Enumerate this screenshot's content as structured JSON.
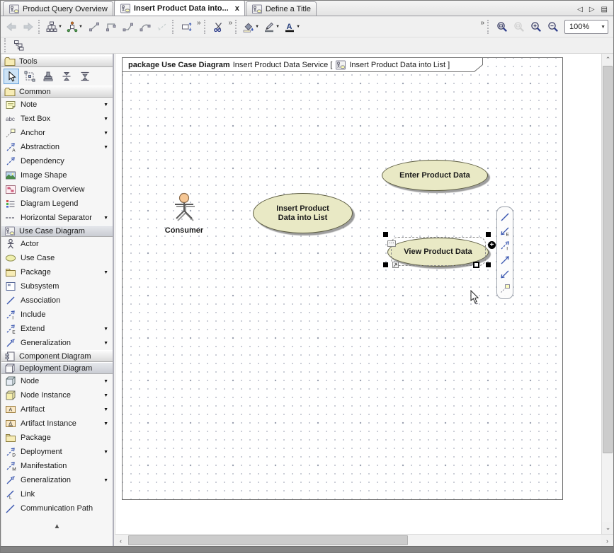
{
  "tab_bar": {
    "tabs": [
      {
        "label": "Product Query Overview",
        "active": false,
        "closable": false
      },
      {
        "label": "Insert Product Data into...",
        "active": true,
        "closable": true
      },
      {
        "label": "Define a Title",
        "active": false,
        "closable": false
      }
    ],
    "close_glyph": "x",
    "controls": [
      {
        "name": "prev-tab-button",
        "glyph": "◁"
      },
      {
        "name": "next-tab-button",
        "glyph": "▷"
      },
      {
        "name": "tab-list-button",
        "glyph": "▤"
      }
    ]
  },
  "toolbar": {
    "zoom_level": "100%",
    "left_buttons": [
      {
        "name": "back-button",
        "icon": "nav-back-icon",
        "disabled": true
      },
      {
        "name": "forward-button",
        "icon": "nav-forward-icon",
        "disabled": true
      },
      {
        "sep": true
      },
      {
        "name": "show-containment-button",
        "icon": "tree-icon",
        "caret": true
      },
      {
        "name": "related-elements-button",
        "icon": "related-icon",
        "caret": true
      },
      {
        "name": "oblique-path-button",
        "icon": "line-oblique-icon"
      },
      {
        "name": "rectilinear-path-button",
        "icon": "line-rect-icon"
      },
      {
        "name": "bent-path-button",
        "icon": "line-bent-icon"
      },
      {
        "name": "curved-path-button",
        "icon": "line-curve-icon"
      },
      {
        "name": "dashed-path-button",
        "icon": "line-dashed-icon",
        "disabled": true
      },
      {
        "sep": true
      },
      {
        "name": "reset-edges-button",
        "icon": "reset-edges-icon"
      },
      {
        "name": "more-layout-button",
        "icon": "chevron-overflow-icon",
        "overflow": true
      },
      {
        "sep": true
      },
      {
        "name": "cut-button",
        "icon": "scissors-icon"
      },
      {
        "name": "more-edit-button",
        "icon": "chevron-overflow-icon",
        "overflow": true
      },
      {
        "sep": true
      },
      {
        "name": "fill-color-button",
        "icon": "fill-bucket-icon",
        "caret": true
      },
      {
        "name": "line-color-button",
        "icon": "pen-icon",
        "caret": true
      },
      {
        "name": "font-color-button",
        "icon": "font-color-icon",
        "caret": true
      }
    ],
    "right_buttons": [
      {
        "name": "toolbar-overflow-button",
        "icon": "chevron-overflow-icon",
        "overflow": true
      },
      {
        "sep": true
      },
      {
        "name": "fit-in-window-button",
        "icon": "fit-zoom-icon"
      },
      {
        "name": "zoom-region-button",
        "icon": "region-zoom-icon",
        "disabled": true
      },
      {
        "name": "zoom-in-button",
        "icon": "zoom-in-icon"
      },
      {
        "name": "zoom-out-button",
        "icon": "zoom-out-icon"
      },
      {
        "zoom_select": true
      }
    ],
    "row2_buttons": [
      {
        "sep": true
      },
      {
        "name": "containment-tree-button",
        "icon": "hierarchy2-icon"
      }
    ]
  },
  "sidebar": {
    "sections": [
      {
        "type": "header",
        "label": "Tools",
        "icon": "folder-icon",
        "selected": false
      },
      {
        "type": "toolrow",
        "tools": [
          {
            "name": "select-tool",
            "icon": "select-tool-icon",
            "active": true
          },
          {
            "name": "marquee-select-tool",
            "icon": "marquee-tool-icon"
          },
          {
            "name": "sticky-tool",
            "icon": "stamp-tool-icon"
          },
          {
            "name": "vertical-tree-layout-tool",
            "icon": "vsplit-tool-icon"
          },
          {
            "name": "horizontal-tree-layout-tool",
            "icon": "hsplit-tool-icon"
          }
        ]
      },
      {
        "type": "header",
        "label": "Common",
        "icon": "folder-icon",
        "selected": false
      },
      {
        "type": "item",
        "label": "Note",
        "icon": "note-icon",
        "dropdown": true
      },
      {
        "type": "item",
        "label": "Text Box",
        "icon": "textbox-icon",
        "dropdown": true
      },
      {
        "type": "item",
        "label": "Anchor",
        "icon": "anchor-icon",
        "dropdown": true
      },
      {
        "type": "item",
        "label": "Abstraction",
        "icon": "abstraction-icon",
        "dropdown": true
      },
      {
        "type": "item",
        "label": "Dependency",
        "icon": "dependency-icon",
        "dropdown": false
      },
      {
        "type": "item",
        "label": "Image Shape",
        "icon": "image-icon",
        "dropdown": false
      },
      {
        "type": "item",
        "label": "Diagram Overview",
        "icon": "overview-icon",
        "dropdown": false
      },
      {
        "type": "item",
        "label": "Diagram Legend",
        "icon": "legend-icon",
        "dropdown": false
      },
      {
        "type": "item",
        "label": "Horizontal Separator",
        "icon": "hsep-icon",
        "dropdown": true
      },
      {
        "type": "header",
        "label": "Use Case Diagram",
        "icon": "usecase-diagram-icon",
        "selected": true
      },
      {
        "type": "item",
        "label": "Actor",
        "icon": "actor-icon",
        "dropdown": false
      },
      {
        "type": "item",
        "label": "Use Case",
        "icon": "usecase-icon",
        "dropdown": false
      },
      {
        "type": "item",
        "label": "Package",
        "icon": "package-icon",
        "dropdown": true
      },
      {
        "type": "item",
        "label": "Subsystem",
        "icon": "subsystem-icon",
        "dropdown": false
      },
      {
        "type": "item",
        "label": "Association",
        "icon": "association-icon",
        "dropdown": false
      },
      {
        "type": "item",
        "label": "Include",
        "icon": "include-icon",
        "dropdown": false
      },
      {
        "type": "item",
        "label": "Extend",
        "icon": "extend-icon",
        "dropdown": true
      },
      {
        "type": "item",
        "label": "Generalization",
        "icon": "generalization-icon",
        "dropdown": true
      },
      {
        "type": "header",
        "label": "Component Diagram",
        "icon": "component-diagram-icon",
        "selected": false
      },
      {
        "type": "header",
        "label": "Deployment Diagram",
        "icon": "deployment-diagram-icon",
        "selected": true
      },
      {
        "type": "item",
        "label": "Node",
        "icon": "node-icon",
        "dropdown": true
      },
      {
        "type": "item",
        "label": "Node Instance",
        "icon": "node-instance-icon",
        "dropdown": true
      },
      {
        "type": "item",
        "label": "Artifact",
        "icon": "artifact-icon",
        "dropdown": true
      },
      {
        "type": "item",
        "label": "Artifact Instance",
        "icon": "artifact-instance-icon",
        "dropdown": true
      },
      {
        "type": "item",
        "label": "Package",
        "icon": "package-icon",
        "dropdown": false
      },
      {
        "type": "item",
        "label": "Deployment",
        "icon": "deployment-icon",
        "dropdown": true
      },
      {
        "type": "item",
        "label": "Manifestation",
        "icon": "manifestation-icon",
        "dropdown": false
      },
      {
        "type": "item",
        "label": "Generalization",
        "icon": "generalization-icon",
        "dropdown": true
      },
      {
        "type": "item",
        "label": "Link",
        "icon": "link-icon",
        "dropdown": false
      },
      {
        "type": "item",
        "label": "Communication Path",
        "icon": "commpath-icon",
        "dropdown": false
      }
    ],
    "scroll_up_glyph": "▲"
  },
  "canvas": {
    "frame_header": {
      "bold": "package Use Case Diagram",
      "rest": "Insert Product Data Service [",
      "icon": "usecase-diagram-icon",
      "rest2": "Insert Product Data into List ]"
    },
    "actor_label": "Consumer",
    "use_cases": {
      "enter": "Enter Product Data",
      "insert_line1": "Insert Product",
      "insert_line2": "Data into List",
      "view": "View Product Data"
    },
    "selection": {
      "dots_glyph": "⋯",
      "plus_glyph": "+"
    },
    "smart_manipulator": [
      "association",
      "extend",
      "include",
      "generalization",
      "directed-association",
      "anchor-note"
    ]
  },
  "scrollbars": {
    "up": "⌃",
    "down": "⌄",
    "left": "‹",
    "right": "›"
  },
  "colors": {
    "usecase_fill": "#e9e9c5",
    "usecase_border": "#5d5d42",
    "actor_head": "#f6c795",
    "accent_blue": "#3a57b0",
    "tool_active_bg": "#cde3f6",
    "selection_handle": "#000000"
  }
}
